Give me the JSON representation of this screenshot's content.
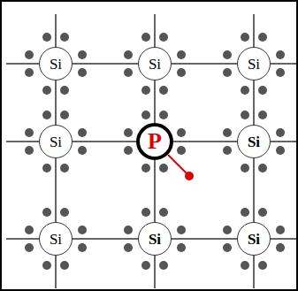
{
  "diagram": {
    "nodes": [
      {
        "text": [
          "Si"
        ]
      },
      {
        "text": [
          "Si"
        ]
      },
      {
        "text": [
          "Si"
        ]
      },
      {
        "text": [
          "Si"
        ]
      },
      {
        "text": [
          "P"
        ]
      },
      {
        "text": [
          "Si"
        ]
      },
      {
        "text": [
          "Si"
        ]
      },
      {
        "text": [
          "Si"
        ]
      },
      {
        "text": [
          "Si"
        ]
      }
    ],
    "edges": [
      {
        "from": 0,
        "to": 1,
        "arrow": "none"
      },
      {
        "from": 1,
        "to": 2,
        "arrow": "none"
      },
      {
        "from": 3,
        "to": 4,
        "arrow": "none"
      },
      {
        "from": 4,
        "to": 5,
        "arrow": "none"
      },
      {
        "from": 6,
        "to": 7,
        "arrow": "none"
      },
      {
        "from": 7,
        "to": 8,
        "arrow": "none"
      },
      {
        "from": 0,
        "to": 3,
        "arrow": "none"
      },
      {
        "from": 3,
        "to": 6,
        "arrow": "none"
      },
      {
        "from": 1,
        "to": 4,
        "arrow": "none"
      },
      {
        "from": 4,
        "to": 7,
        "arrow": "none"
      },
      {
        "from": 2,
        "to": 5,
        "arrow": "none"
      },
      {
        "from": 5,
        "to": 8,
        "arrow": "none"
      }
    ]
  }
}
